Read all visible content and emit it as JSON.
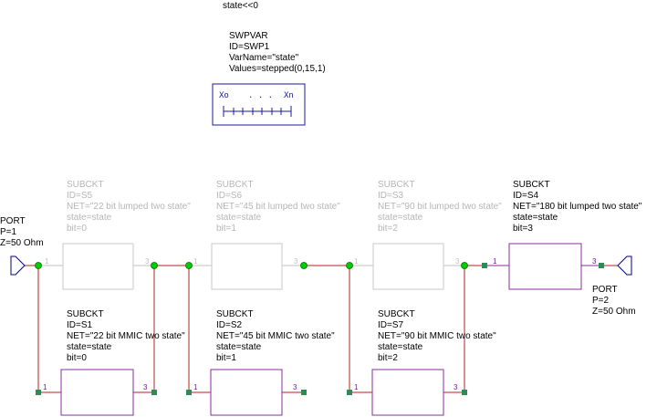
{
  "colors": {
    "wire": "#b02020",
    "wire_disabled": "#c0c0c0",
    "component": "#8a2e9e",
    "node": "#00cc00",
    "pin_marker": "#2e8b57",
    "sweep_box": "#1a1a9e",
    "port": "#000080"
  },
  "equation": "state<<0",
  "swpvar": {
    "lines": [
      "SWPVAR",
      "ID=SWP1",
      "VarName=\"state\"",
      "Values=stepped(0,15,1)"
    ],
    "icon_start": "Xo",
    "icon_dots": ". . .",
    "icon_end": "Xn"
  },
  "ports": [
    {
      "lines": [
        "PORT",
        "P=1",
        "Z=50 Ohm"
      ]
    },
    {
      "lines": [
        "PORT",
        "P=2",
        "Z=50 Ohm"
      ]
    }
  ],
  "subckts_top": [
    {
      "lines": [
        "SUBCKT",
        "ID=S5",
        "NET=\"22 bit lumped two state\"",
        "state=state",
        "bit=0"
      ],
      "disabled": true,
      "pin_in": "1",
      "pin_out": "3"
    },
    {
      "lines": [
        "SUBCKT",
        "ID=S6",
        "NET=\"45 bit lumped two state\"",
        "state=state",
        "bit=1"
      ],
      "disabled": true,
      "pin_in": "1",
      "pin_out": "3"
    },
    {
      "lines": [
        "SUBCKT",
        "ID=S3",
        "NET=\"90 bit lumped two state\"",
        "state=state",
        "bit=2"
      ],
      "disabled": true,
      "pin_in": "1",
      "pin_out": "3"
    },
    {
      "lines": [
        "SUBCKT",
        "ID=S4",
        "NET=\"180 bit lumped two state\"",
        "state=state",
        "bit=3"
      ],
      "disabled": false,
      "pin_in": "1",
      "pin_out": "3"
    }
  ],
  "subckts_bottom": [
    {
      "lines": [
        "SUBCKT",
        "ID=S1",
        "NET=\"22 bit MMIC two state\"",
        "state=state",
        "bit=0"
      ],
      "disabled": false,
      "pin_in": "1",
      "pin_out": "3"
    },
    {
      "lines": [
        "SUBCKT",
        "ID=S2",
        "NET=\"45 bit MMIC two state\"",
        "state=state",
        "bit=1"
      ],
      "disabled": false,
      "pin_in": "1",
      "pin_out": "3"
    },
    {
      "lines": [
        "SUBCKT",
        "ID=S7",
        "NET=\"90 bit MMIC two state\"",
        "state=state",
        "bit=2"
      ],
      "disabled": false,
      "pin_in": "1",
      "pin_out": "3"
    }
  ]
}
